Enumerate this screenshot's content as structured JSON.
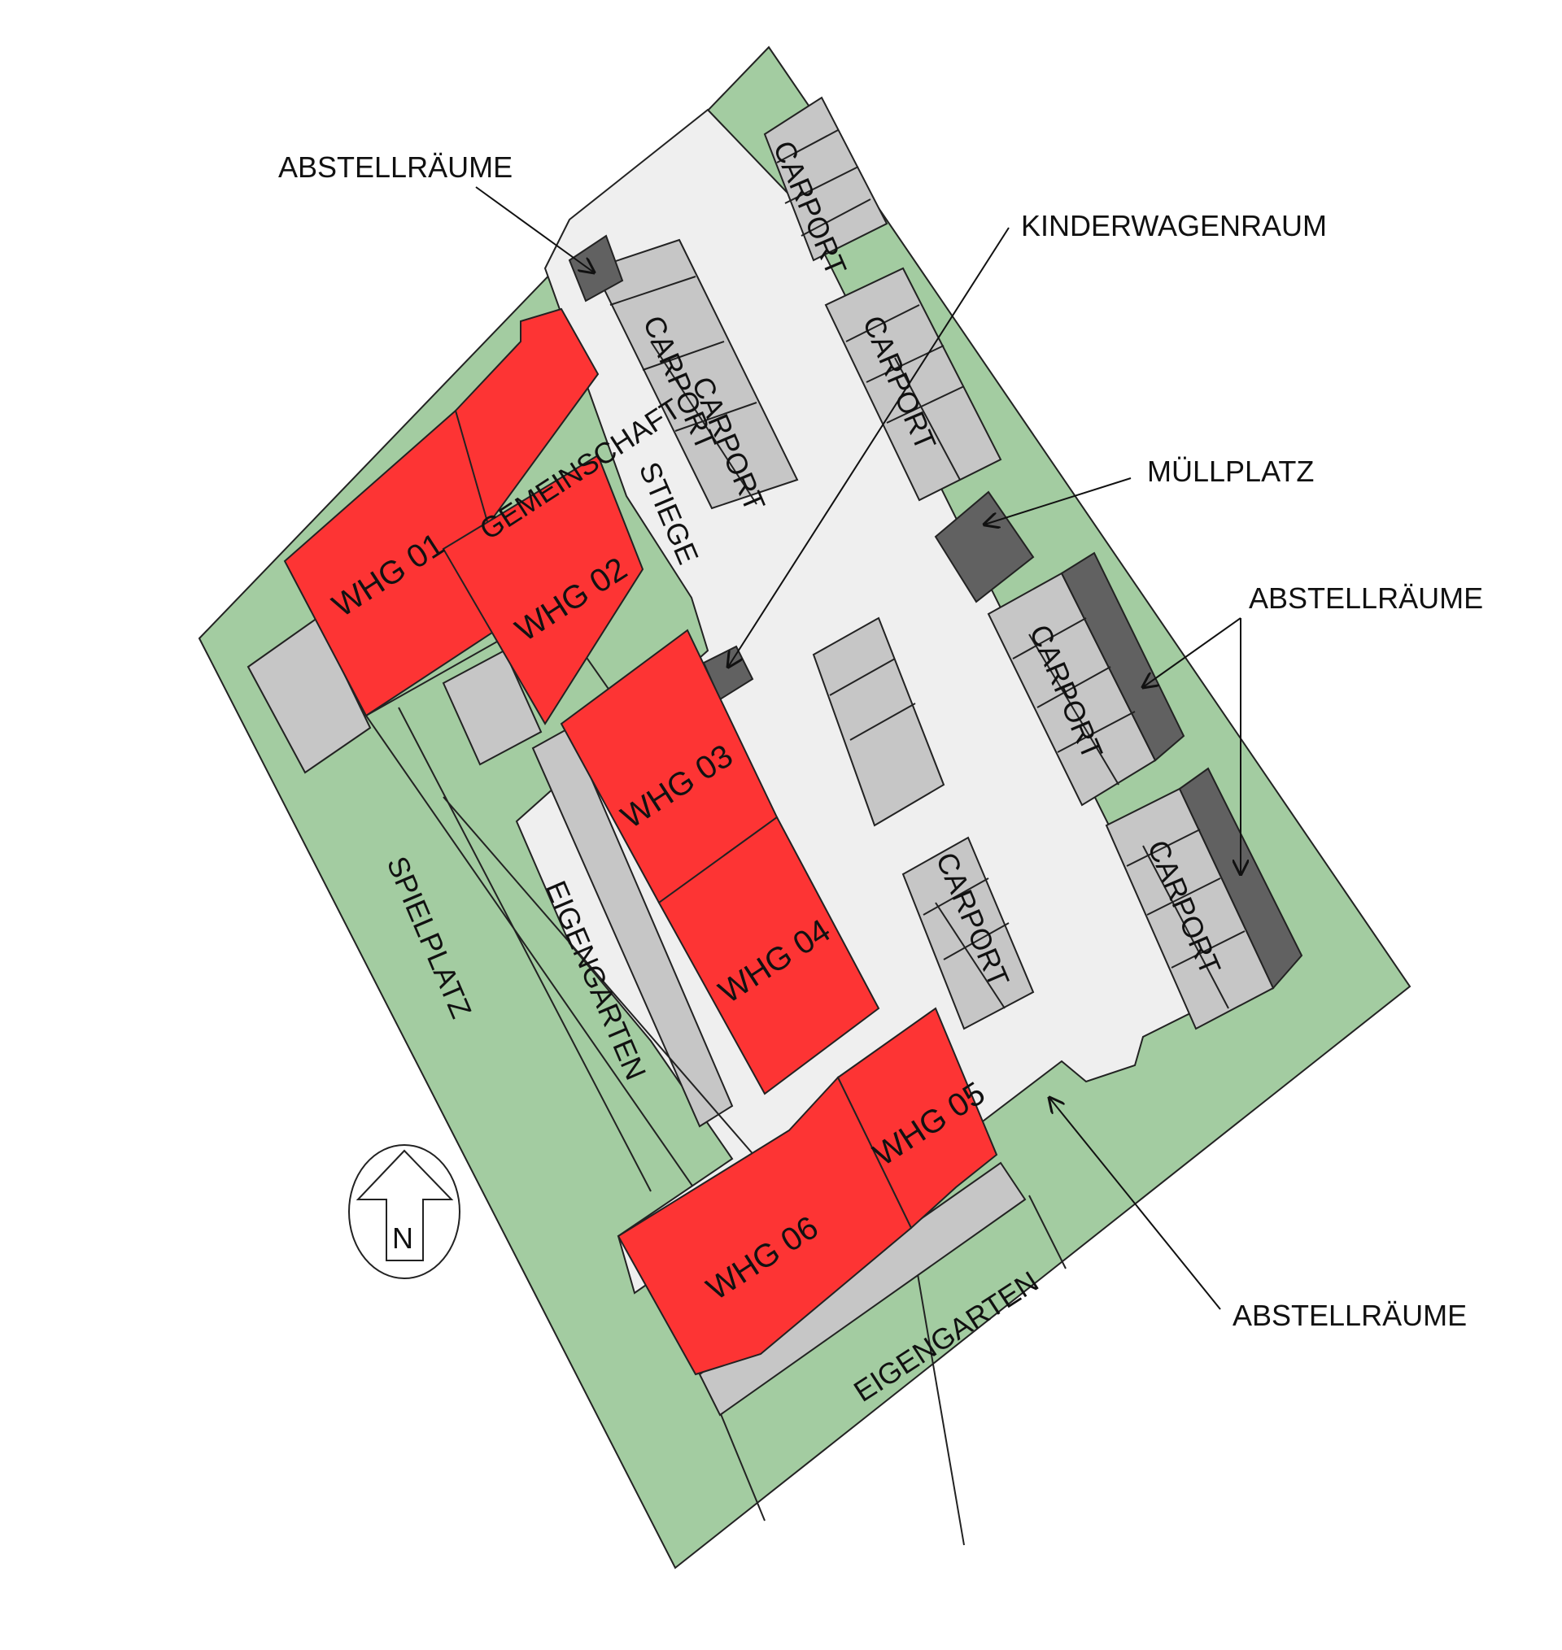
{
  "colors": {
    "green": "#a3cca1",
    "road": "#efefef",
    "carport": "#c6c6c6",
    "dark": "#616161",
    "red": "#fd3434",
    "line": "#222222"
  },
  "callouts": {
    "abstellraeume_top": "ABSTELLRÄUME",
    "kinderwagenraum": "KINDERWAGENRAUM",
    "muellplatz": "MÜLLPLATZ",
    "abstellraeume_right": "ABSTELLRÄUME",
    "abstellraeume_bottom": "ABSTELLRÄUME"
  },
  "units": {
    "whg01": "WHG 01",
    "whg02": "WHG 02",
    "whg03": "WHG 03",
    "whg04": "WHG 04",
    "whg05": "WHG 05",
    "whg06": "WHG 06",
    "gemeinschaft": "GEMEINSCHAFT"
  },
  "areas": {
    "carport_1": "CARPORT",
    "carport_2": "CARPORT",
    "carport_3": "CARPORT",
    "carport_4": "CARPORT",
    "carport_5": "CARPORT",
    "carport_6": "CARPORT",
    "carport_7": "CARPORT",
    "stiege": "STIEGE",
    "spielplatz": "SPIELPLATZ",
    "eigengarten_1": "EIGENGARTEN",
    "eigengarten_2": "EIGENGARTEN"
  },
  "compass": {
    "label": "N"
  }
}
